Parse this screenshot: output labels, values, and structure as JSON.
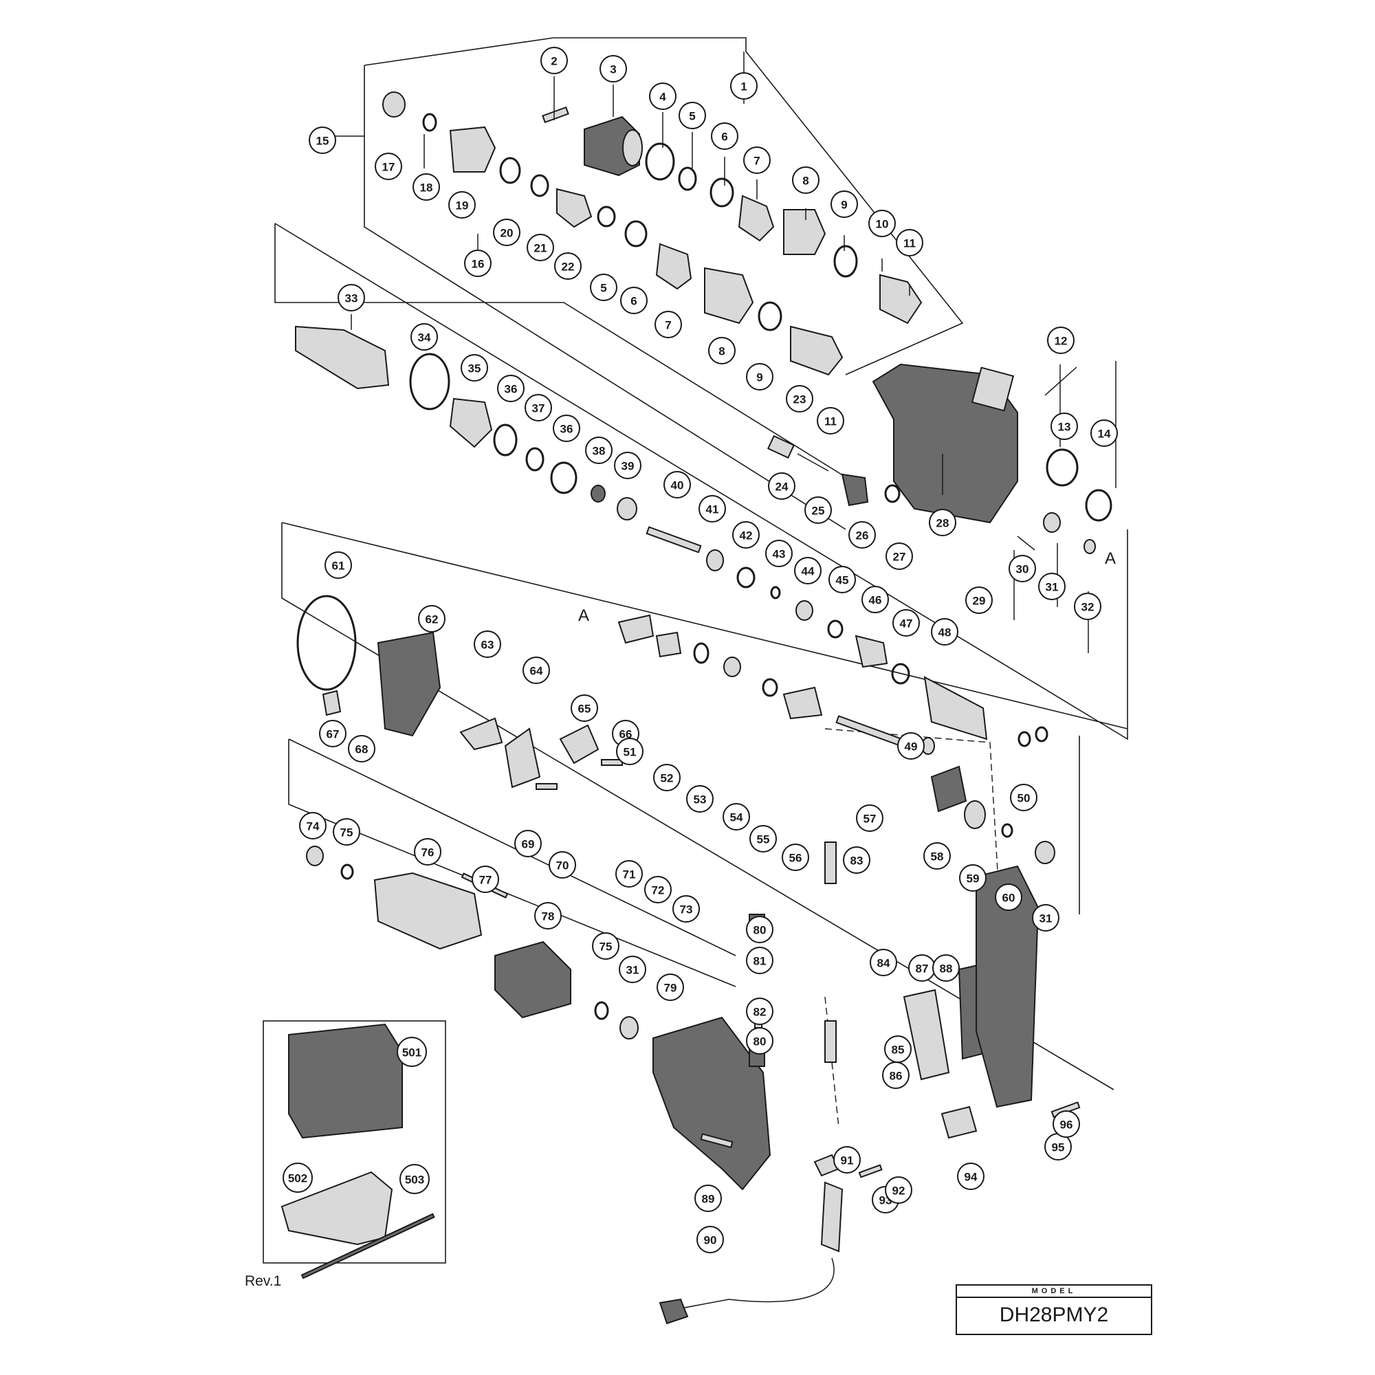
{
  "diagram": {
    "ref_letter": "A",
    "revision": "Rev.1",
    "model_caption": "MODEL",
    "model_name": "DH28PMY2",
    "callouts": [
      {
        "label": "1"
      },
      {
        "label": "2"
      },
      {
        "label": "3"
      },
      {
        "label": "4"
      },
      {
        "label": "5"
      },
      {
        "label": "6"
      },
      {
        "label": "7"
      },
      {
        "label": "8"
      },
      {
        "label": "9"
      },
      {
        "label": "10"
      },
      {
        "label": "11"
      },
      {
        "label": "15"
      },
      {
        "label": "17"
      },
      {
        "label": "18"
      },
      {
        "label": "19"
      },
      {
        "label": "20"
      },
      {
        "label": "21"
      },
      {
        "label": "22"
      },
      {
        "label": "16"
      },
      {
        "label": "5"
      },
      {
        "label": "6"
      },
      {
        "label": "7"
      },
      {
        "label": "8"
      },
      {
        "label": "9"
      },
      {
        "label": "23"
      },
      {
        "label": "11"
      },
      {
        "label": "33"
      },
      {
        "label": "34"
      },
      {
        "label": "35"
      },
      {
        "label": "36"
      },
      {
        "label": "37"
      },
      {
        "label": "36"
      },
      {
        "label": "38"
      },
      {
        "label": "39"
      },
      {
        "label": "12"
      },
      {
        "label": "13"
      },
      {
        "label": "14"
      },
      {
        "label": "24"
      },
      {
        "label": "25"
      },
      {
        "label": "26"
      },
      {
        "label": "27"
      },
      {
        "label": "28"
      },
      {
        "label": "30"
      },
      {
        "label": "31"
      },
      {
        "label": "32"
      },
      {
        "label": "29"
      },
      {
        "label": "40"
      },
      {
        "label": "41"
      },
      {
        "label": "42"
      },
      {
        "label": "43"
      },
      {
        "label": "44"
      },
      {
        "label": "45"
      },
      {
        "label": "46"
      },
      {
        "label": "47"
      },
      {
        "label": "48"
      },
      {
        "label": "61"
      },
      {
        "label": "62"
      },
      {
        "label": "63"
      },
      {
        "label": "64"
      },
      {
        "label": "65"
      },
      {
        "label": "66"
      },
      {
        "label": "67"
      },
      {
        "label": "68"
      },
      {
        "label": "69"
      },
      {
        "label": "70"
      },
      {
        "label": "51"
      },
      {
        "label": "52"
      },
      {
        "label": "53"
      },
      {
        "label": "54"
      },
      {
        "label": "55"
      },
      {
        "label": "56"
      },
      {
        "label": "57"
      },
      {
        "label": "49"
      },
      {
        "label": "50"
      },
      {
        "label": "58"
      },
      {
        "label": "59"
      },
      {
        "label": "60"
      },
      {
        "label": "31"
      },
      {
        "label": "71"
      },
      {
        "label": "72"
      },
      {
        "label": "73"
      },
      {
        "label": "74"
      },
      {
        "label": "75"
      },
      {
        "label": "76"
      },
      {
        "label": "77"
      },
      {
        "label": "78"
      },
      {
        "label": "75"
      },
      {
        "label": "31"
      },
      {
        "label": "79"
      },
      {
        "label": "83"
      },
      {
        "label": "80"
      },
      {
        "label": "81"
      },
      {
        "label": "84"
      },
      {
        "label": "82"
      },
      {
        "label": "80"
      },
      {
        "label": "85"
      },
      {
        "label": "86"
      },
      {
        "label": "87"
      },
      {
        "label": "88"
      },
      {
        "label": "95"
      },
      {
        "label": "96"
      },
      {
        "label": "94"
      },
      {
        "label": "89"
      },
      {
        "label": "93"
      },
      {
        "label": "92"
      },
      {
        "label": "91"
      },
      {
        "label": "90"
      },
      {
        "label": "501"
      },
      {
        "label": "502"
      },
      {
        "label": "503"
      }
    ]
  }
}
